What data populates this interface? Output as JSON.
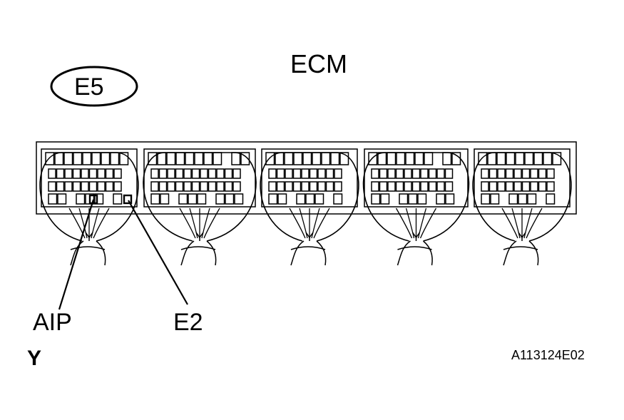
{
  "title": "ECM",
  "connector_id": "E5",
  "callouts": {
    "aip": "AIP",
    "e2": "E2"
  },
  "color_code": "Y",
  "reference_code": "A113124E02",
  "colors": {
    "line": "#000000",
    "background": "#ffffff"
  },
  "connector_blocks": 5
}
